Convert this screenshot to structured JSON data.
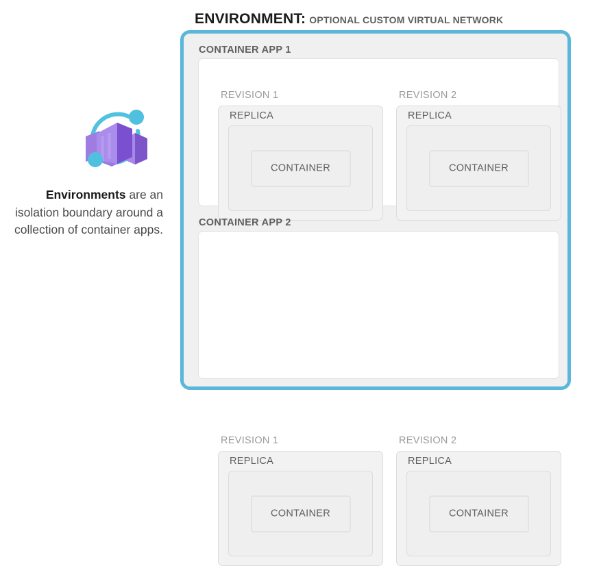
{
  "title": {
    "main": "ENVIRONMENT:",
    "subtitle": "OPTIONAL CUSTOM VIRTUAL NETWORK"
  },
  "left_panel": {
    "icon_name": "azure-container-apps-icon",
    "description": {
      "lead": "Environments",
      "rest": " are an isolation boundary around a collection of container apps."
    }
  },
  "labels": {
    "replica": "REPLICA",
    "container": "CONTAINER"
  },
  "colors": {
    "environment_border": "#5bb7d9",
    "environment_fill": "#f0f0f0",
    "container_app_fill": "#ffffff",
    "revision_fill": "#f2f2f2",
    "replica_fill": "#efefef",
    "container_fill": "#efefef",
    "icon_purple": "#8661c5",
    "icon_purple_dark": "#773adc",
    "icon_cyan": "#50c2e0",
    "label_gray": "#5e5e5e",
    "revision_label_gray": "#9b9b9b"
  },
  "container_apps": [
    {
      "label": "CONTAINER APP 1",
      "revisions": [
        {
          "label": "REVISION 1",
          "replica": "REPLICA",
          "container": "CONTAINER"
        },
        {
          "label": "REVISION 2",
          "replica": "REPLICA",
          "container": "CONTAINER"
        }
      ]
    },
    {
      "label": "CONTAINER APP 2",
      "revisions": [
        {
          "label": "REVISION 1",
          "replica": "REPLICA",
          "container": "CONTAINER"
        },
        {
          "label": "REVISION 2",
          "replica": "REPLICA",
          "container": "CONTAINER"
        }
      ]
    }
  ]
}
